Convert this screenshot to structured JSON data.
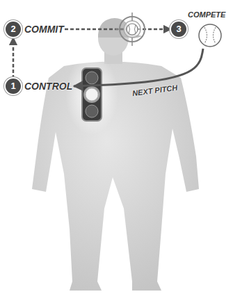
{
  "diagram": {
    "nodes": [
      {
        "text": [
          "1",
          "CONTROL"
        ]
      },
      {
        "text": [
          "2",
          "COMMIT"
        ]
      },
      {
        "text": [
          "3",
          "COMPETE"
        ]
      }
    ],
    "edges": [
      {
        "from": 0,
        "to": 1,
        "arrow": "to"
      },
      {
        "from": 1,
        "to": 2,
        "arrow": "to"
      },
      {
        "from": 2,
        "to": 0,
        "arrow": "to",
        "label": "NEXT PITCH"
      }
    ]
  }
}
